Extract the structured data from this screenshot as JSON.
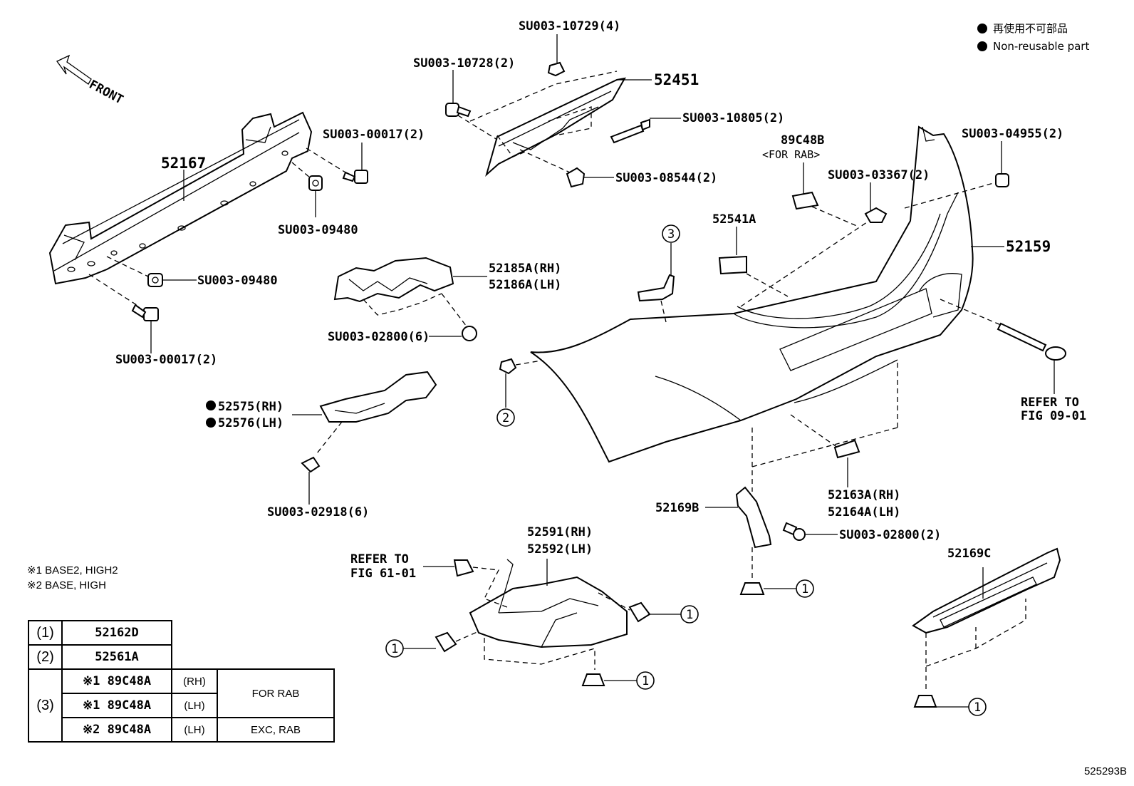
{
  "legend": {
    "items": [
      {
        "icon": "filled-dot-icon",
        "text": "再使用不可部品"
      },
      {
        "icon": "filled-dot-icon",
        "text": "Non-reusable part"
      }
    ]
  },
  "direction": {
    "text": "FRONT"
  },
  "callouts": {
    "p52167": "52167",
    "su_00017_top": "SU003-00017(2)",
    "su_09480_top": "SU003-09480",
    "su_09480_mid": "SU003-09480",
    "su_00017_bot": "SU003-00017(2)",
    "su_10729": "SU003-10729(4)",
    "su_10728": "SU003-10728(2)",
    "p52451": "52451",
    "su_10805": "SU003-10805(2)",
    "su_08544": "SU003-08544(2)",
    "p89c48b": "89C48B",
    "for_rab": "<FOR RAB>",
    "su_04955": "SU003-04955(2)",
    "su_03367": "SU003-03367(2)",
    "p52541a": "52541A",
    "p52159": "52159",
    "p52185a": "52185A(RH)",
    "p52186a": "52186A(LH)",
    "su_02800_a": "SU003-02800(6)",
    "p52575": "52575(RH)",
    "p52576": "52576(LH)",
    "su_02918": "SU003-02918(6)",
    "refer_0901_a": "REFER TO",
    "refer_0901_b": "FIG 09-01",
    "p52163a": "52163A(RH)",
    "p52164a": "52164A(LH)",
    "p52169b": "52169B",
    "su_02800_b": "SU003-02800(2)",
    "p52591": "52591(RH)",
    "p52592": "52592(LH)",
    "refer_6101_a": "REFER TO",
    "refer_6101_b": "FIG 61-01",
    "p52169c": "52169C"
  },
  "circled": {
    "one": "1",
    "two": "2",
    "three": "3"
  },
  "notes": [
    "※1 BASE2, HIGH2",
    "※2 BASE, HIGH"
  ],
  "reference_table": {
    "rows": [
      {
        "num": "1",
        "part": "52162D"
      },
      {
        "num": "2",
        "part": "52561A"
      },
      {
        "num": "3",
        "part": "※1  89C48A",
        "side": "(RH)",
        "cond": "FOR RAB"
      },
      {
        "part": "※1  89C48A",
        "side": "(LH)"
      },
      {
        "part": "※2  89C48A",
        "side": "(LH)",
        "cond": "EXC, RAB"
      }
    ]
  },
  "figure_code": "525293B"
}
